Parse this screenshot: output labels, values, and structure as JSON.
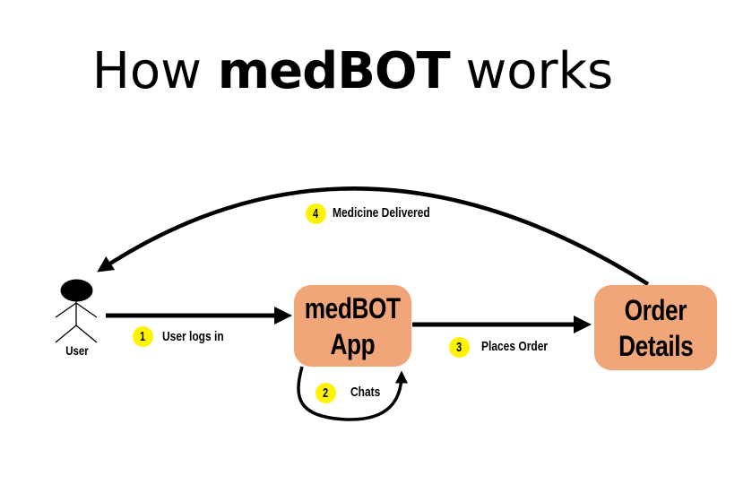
{
  "title": {
    "prefix": "How ",
    "bold": "medBOT",
    "suffix": " works"
  },
  "actor": {
    "label": "User"
  },
  "nodes": {
    "medbot_app": {
      "line1": "medBOT",
      "line2": "App"
    },
    "order_details": {
      "line1": "Order",
      "line2": "Details"
    }
  },
  "steps": [
    {
      "num": "1",
      "label": "User logs in"
    },
    {
      "num": "2",
      "label": "Chats"
    },
    {
      "num": "3",
      "label": "Places Order"
    },
    {
      "num": "4",
      "label": "Medicine Delivered"
    }
  ],
  "colors": {
    "node_fill": "#F0A678",
    "badge_fill": "#FEF400",
    "line": "#000000",
    "background": "#FFFFFF"
  }
}
